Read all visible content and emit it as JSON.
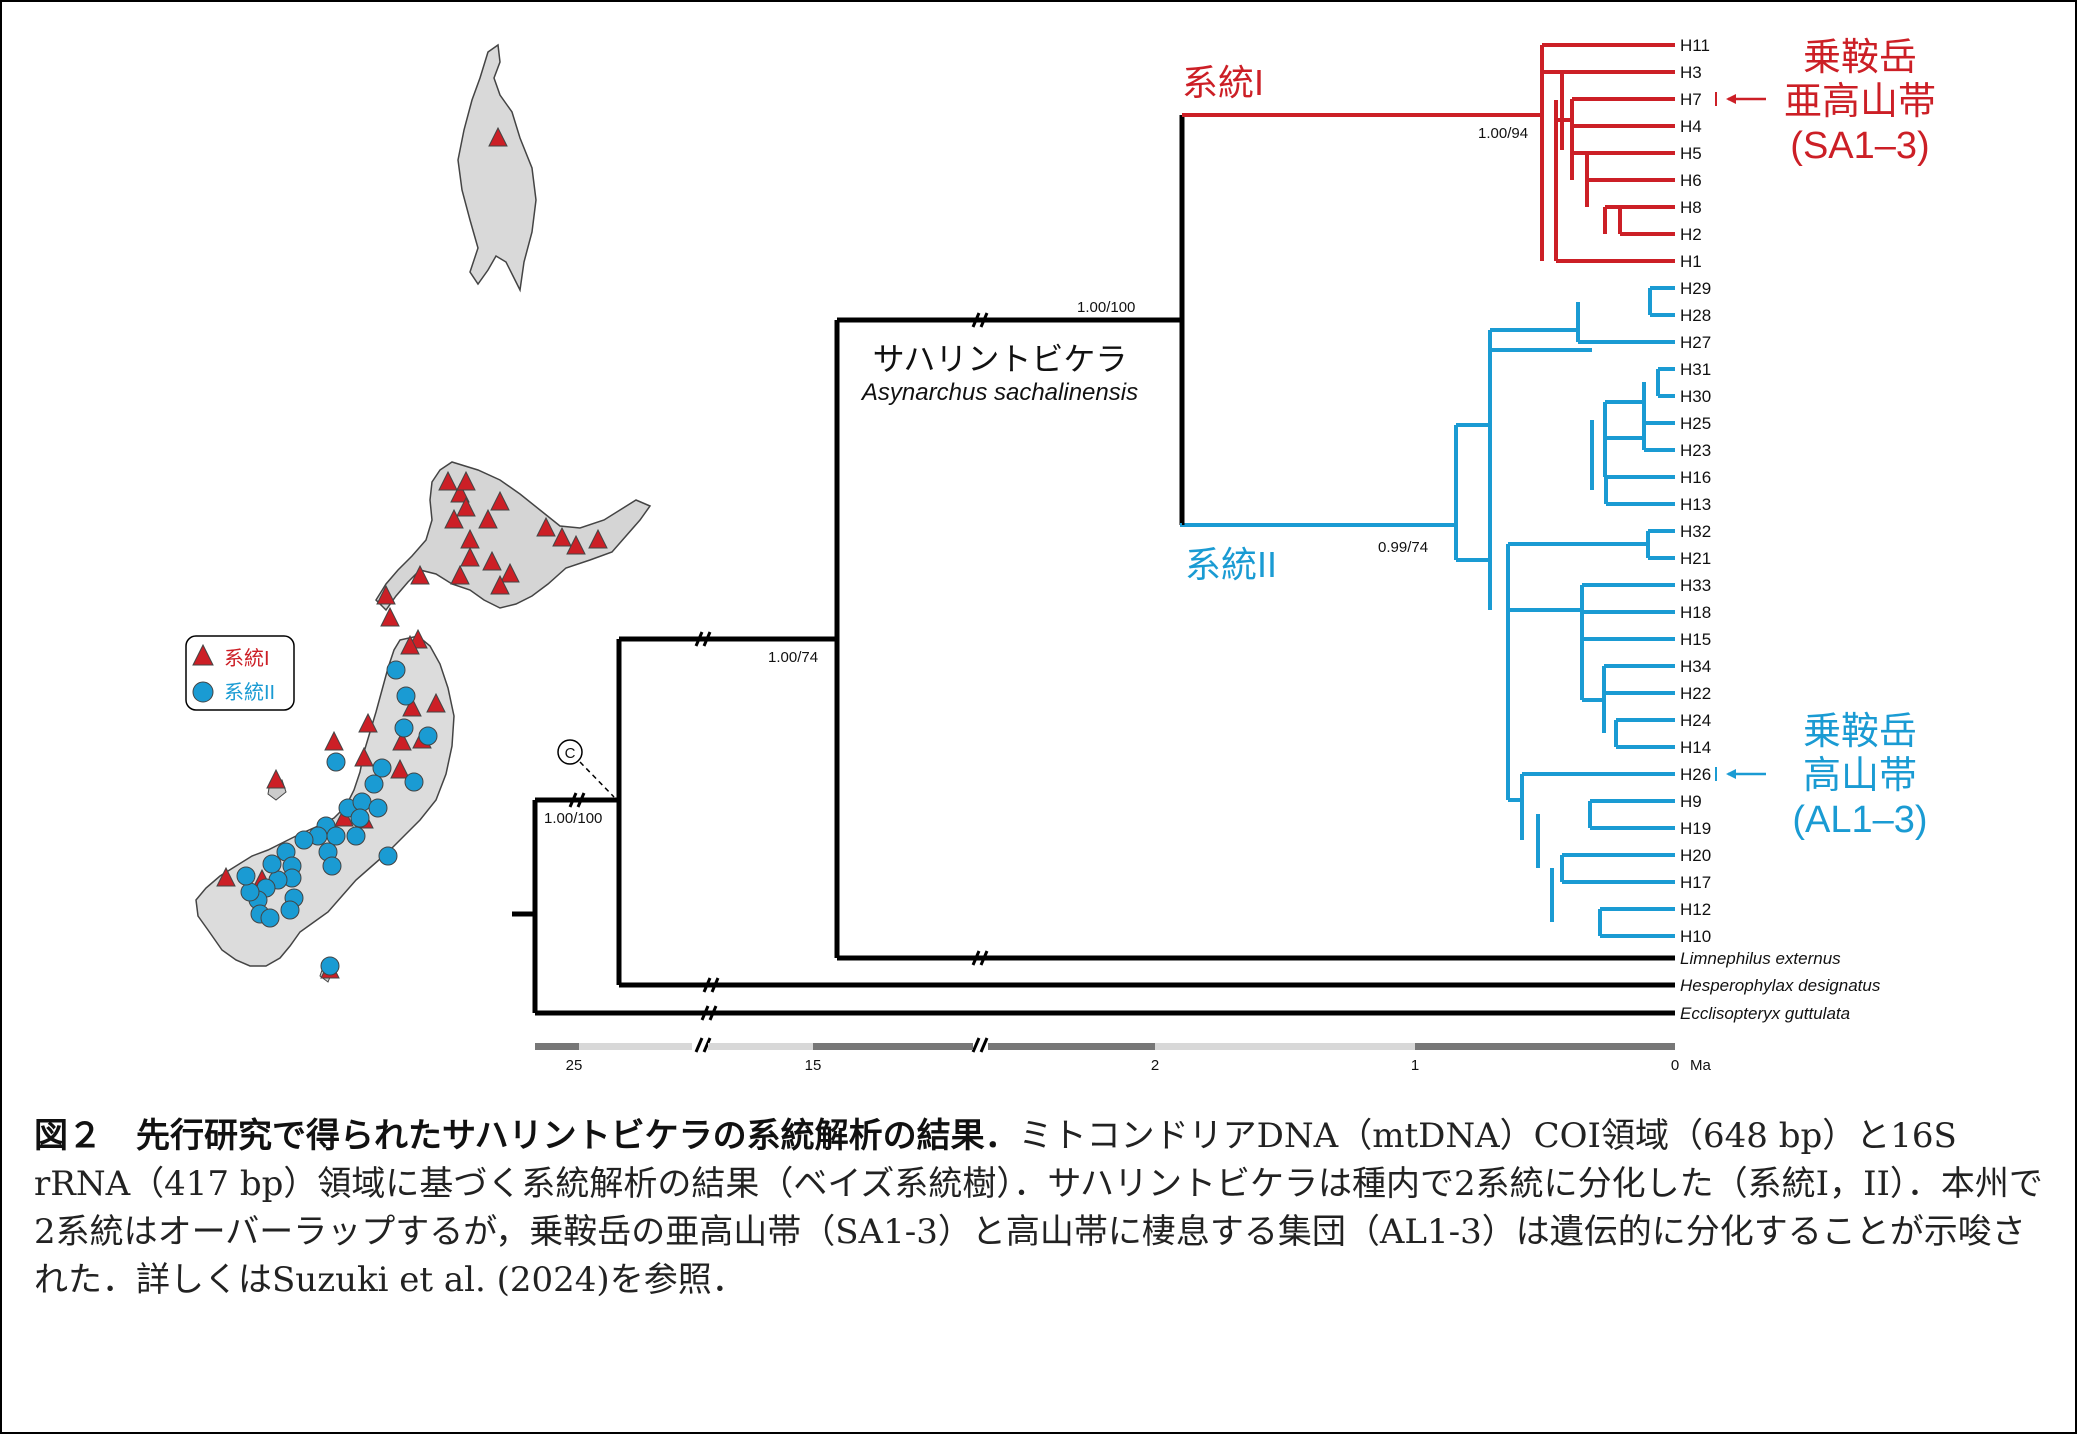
{
  "colors": {
    "lineage1": "#cc1f26",
    "lineage2": "#1a9bd3",
    "outgroup": "#000000"
  },
  "tree": {
    "lineage1_label": "系統I",
    "lineage2_label": "系統II",
    "species_jp": "サハリントビケラ",
    "species_sci": "Asynarchus sachalinensis",
    "support": {
      "root": "1.00/100",
      "node_a": "1.00/74",
      "species": "1.00/100",
      "lineage1": "1.00/94",
      "lineage2": "0.99/74"
    },
    "tips_lineage1": [
      "H11",
      "H3",
      "H7",
      "H4",
      "H5",
      "H6",
      "H8",
      "H2",
      "H1"
    ],
    "tips_lineage2": [
      "H29",
      "H28",
      "H27",
      "H31",
      "H30",
      "H25",
      "H23",
      "H16",
      "H13",
      "H32",
      "H21",
      "H33",
      "H18",
      "H15",
      "H34",
      "H22",
      "H24",
      "H14",
      "H26",
      "H9",
      "H19",
      "H20",
      "H17",
      "H12",
      "H10"
    ],
    "outgroups": [
      "Limnephilus externus",
      "Hesperophylax designatus",
      "Ecclisopteryx guttulata"
    ],
    "callout_sa": [
      "乗鞍岳",
      "亜高山帯",
      "(SA1–3)"
    ],
    "callout_al": [
      "乗鞍岳",
      "高山帯",
      "(AL1–3)"
    ],
    "axis_ticks": [
      "25",
      "15",
      "2",
      "1",
      "0"
    ],
    "axis_unit": "Ma"
  },
  "map": {
    "legend": [
      "系統I",
      "系統II"
    ],
    "circle_c": "C"
  },
  "caption": {
    "head": "図２　先行研究で得られたサハリントビケラの系統解析の結果．",
    "body": "ミトコンドリアDNA（mtDNA）COI領域（648 bp）と16S rRNA（417 bp）領域に基づく系統解析の結果（ベイズ系統樹）．サハリントビケラは種内で2系統に分化した（系統I，II）．本州で2系統はオーバーラップするが，乗鞍岳の亜高山帯（SA1-3）と高山帯に棲息する集団（AL1-3）は遺伝的に分化することが示唆された．詳しくはSuzuki et al. (2024)を参照．"
  }
}
